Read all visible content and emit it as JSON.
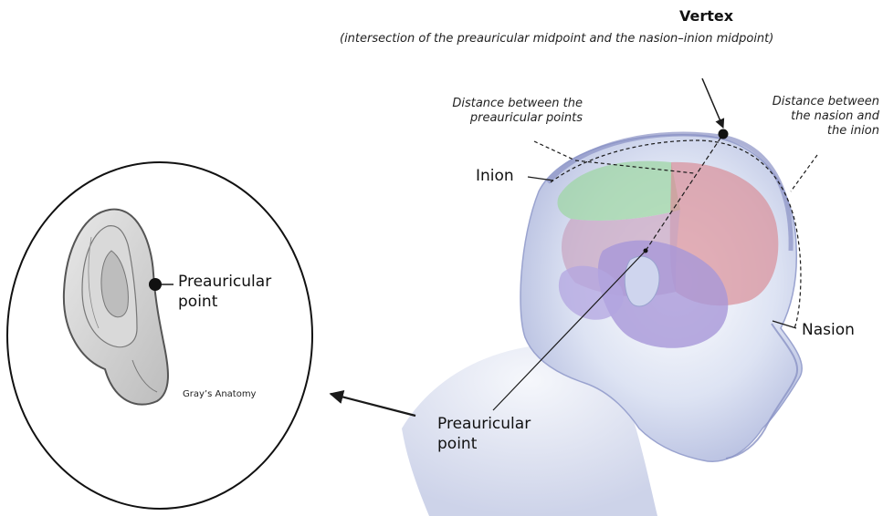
{
  "diagram": {
    "title": "Vertex",
    "subtitle": "(intersection of the preauricular midpoint and the nasion–inion midpoint)",
    "note_preauricular": [
      "Distance between the",
      "preauricular points"
    ],
    "note_nasion": [
      "Distance between",
      "the nasion and",
      "the inion"
    ],
    "label_inion": "Inion",
    "label_nasion": "Nasion",
    "label_preauricular_head": [
      "Preauricular",
      "point"
    ],
    "label_preauricular_ear": [
      "Preauricular",
      "point"
    ],
    "credit": "Gray’s Anatomy"
  },
  "colors": {
    "line": "#1a1a1a",
    "brain_green": "#9fd6a6",
    "brain_red": "#d88f98",
    "brain_purple": "#a897d8",
    "head_shade": "#b7bfe0"
  },
  "icons": [
    "vertex-point-icon",
    "preauricular-point-icon",
    "ear-illustration-icon",
    "arrow-icon"
  ]
}
